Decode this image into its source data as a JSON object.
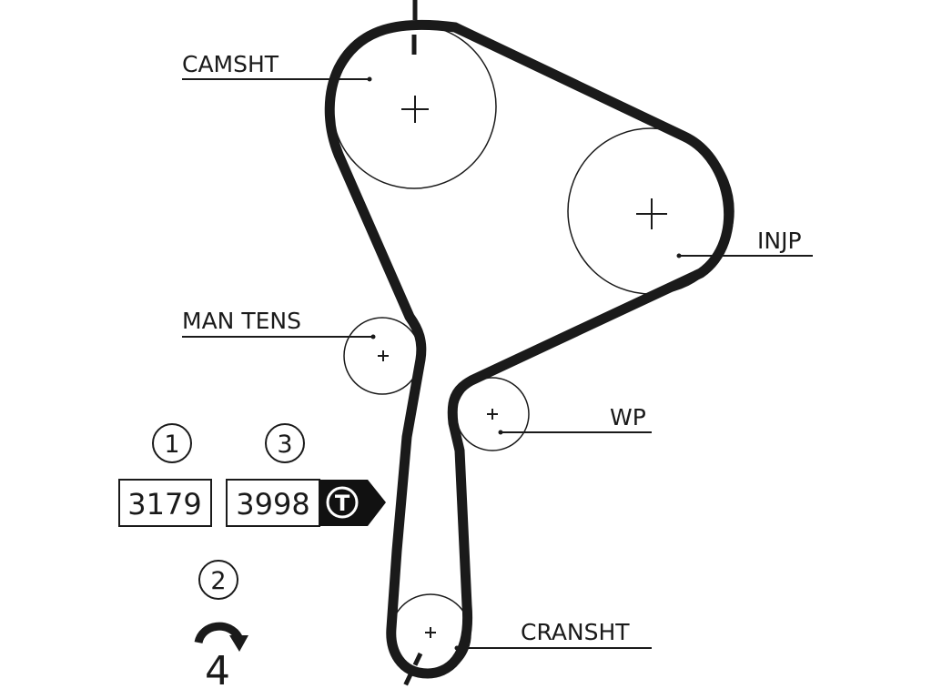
{
  "pulleys": {
    "camshaft": "CAMSHT",
    "injection_pump": "INJP",
    "manual_tensioner": "MAN TENS",
    "water_pump": "WP",
    "crankshaft": "CRANSHT"
  },
  "badges": {
    "first": "1",
    "second": "2",
    "third": "3"
  },
  "boxes": {
    "left_value": "3179",
    "right_value": "3998",
    "tension_symbol": "T"
  },
  "rotation_count": "4"
}
